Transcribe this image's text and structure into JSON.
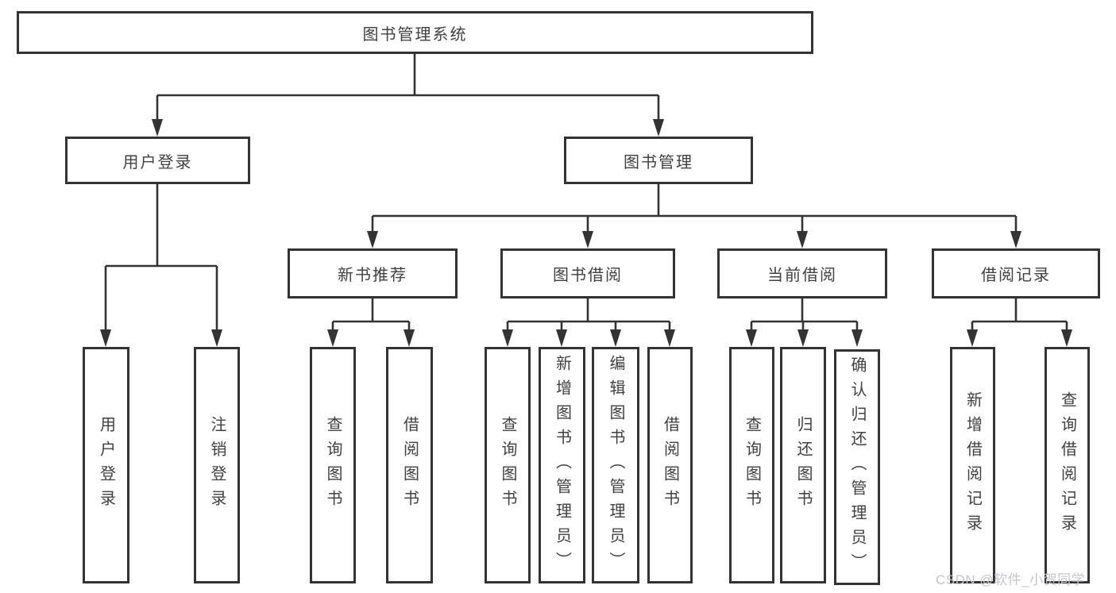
{
  "diagram": {
    "title": "图书管理系统",
    "nodes": {
      "root": "图书管理系统",
      "user_login": "用户登录",
      "book_mgmt": "图书管理",
      "new_books": "新书推荐",
      "book_borrow": "图书借阅",
      "current_borrow": "当前借阅",
      "borrow_records": "借阅记录",
      "leaves": {
        "user": [
          "用户登录",
          "注销登录"
        ],
        "new": [
          "查询图书",
          "借阅图书"
        ],
        "borrow": [
          "查询图书",
          "新增图书（管理员）",
          "编辑图书（管理员）",
          "借阅图书"
        ],
        "current": [
          "查询图书",
          "归还图书",
          "确认归还（管理员）"
        ],
        "records": [
          "新增借阅记录",
          "查询借阅记录"
        ]
      }
    },
    "colors": {
      "line": "#333333",
      "text": "#404040",
      "background": "#ffffff",
      "watermark": "#c5c5cb"
    }
  },
  "watermark": {
    "text": "CSDN @软件_小贺同学"
  }
}
